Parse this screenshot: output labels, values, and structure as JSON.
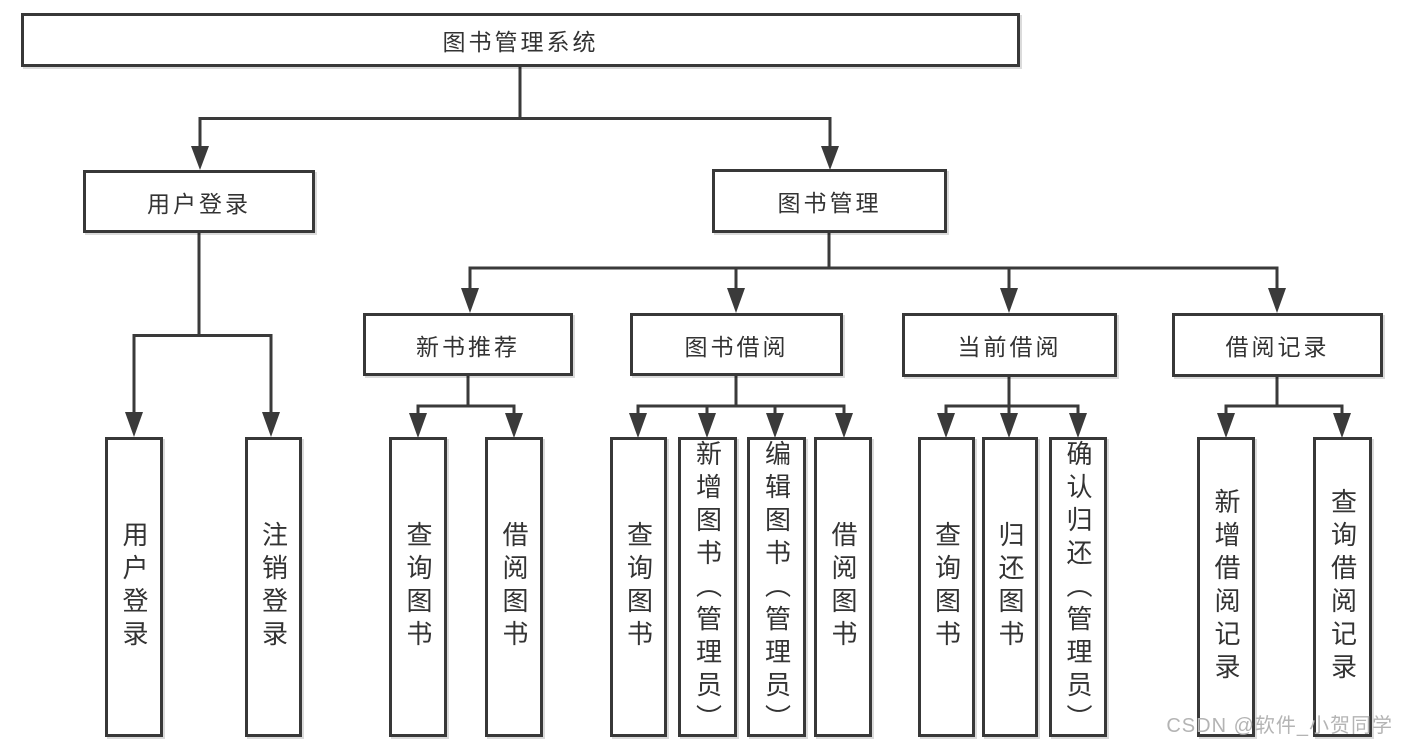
{
  "diagram": {
    "type": "hierarchy-tree",
    "root": {
      "label": "图书管理系统"
    },
    "branches": [
      {
        "label": "用户登录",
        "children": [
          {
            "label": "用户登录"
          },
          {
            "label": "注销登录"
          }
        ]
      },
      {
        "label": "图书管理",
        "children": [
          {
            "label": "新书推荐",
            "children": [
              {
                "label": "查询图书"
              },
              {
                "label": "借阅图书"
              }
            ]
          },
          {
            "label": "图书借阅",
            "children": [
              {
                "label": "查询图书"
              },
              {
                "label": "新增图书（管理员）"
              },
              {
                "label": "编辑图书（管理员）"
              },
              {
                "label": "借阅图书"
              }
            ]
          },
          {
            "label": "当前借阅",
            "children": [
              {
                "label": "查询图书"
              },
              {
                "label": "归还图书"
              },
              {
                "label": "确认归还（管理员）"
              }
            ]
          },
          {
            "label": "借阅记录",
            "children": [
              {
                "label": "新增借阅记录"
              },
              {
                "label": "查询借阅记录"
              }
            ]
          }
        ]
      }
    ],
    "watermark": "CSDN @软件_小贺同学",
    "colors": {
      "line": "#3a3a3a",
      "border": "#383838",
      "text": "#333333",
      "background": "#ffffff",
      "watermark": "#b4b4b4"
    }
  }
}
